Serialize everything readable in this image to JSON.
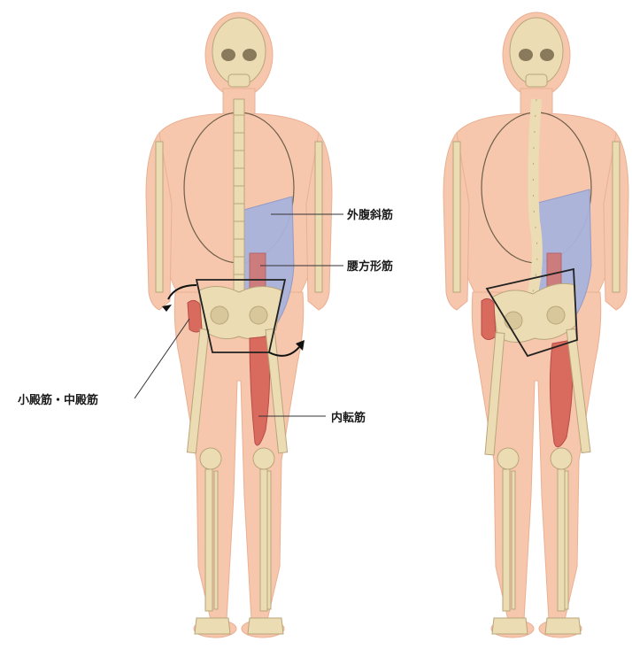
{
  "labels": {
    "external_oblique": "外腹斜筋",
    "quadratus_lumborum": "腰方形筋",
    "gluteus_min_med": "小殿筋・中殿筋",
    "adductor": "内転筋"
  },
  "colors": {
    "skin": "#f6c7ad",
    "skin_edge": "#eab093",
    "bone": "#ecdcb3",
    "bone_edge": "#b9a57a",
    "abdominal_blue": "#a9b3dd",
    "muscle_red": "#d86a5e",
    "muscle_dark": "#b84c48",
    "outline": "#222222"
  },
  "figures": [
    {
      "id": "figure-left",
      "pelvis_tilt": "neutral"
    },
    {
      "id": "figure-right",
      "pelvis_tilt": "tilted"
    }
  ]
}
